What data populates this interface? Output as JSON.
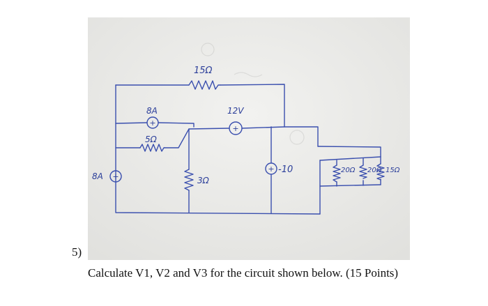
{
  "problem": {
    "number": "5)",
    "text": "Calculate V1, V2 and V3 for the circuit shown below.  (15 Points)"
  },
  "circuit": {
    "labels": {
      "r_top": "15Ω",
      "src_top": "8A",
      "src_top_symbol": "+",
      "r_mid": "5Ω",
      "src_left": "8A",
      "src_left_symbol": "+",
      "r_center": "3Ω",
      "vsrc": "12V",
      "vsrc_symbol": "+",
      "src_right": "-10",
      "src_right_symbol": "+",
      "r_p1": "20Ω",
      "r_p2": "20Ω",
      "r_p3": "15Ω"
    },
    "colors": {
      "ink": "#2c3f9a",
      "paper": "#eeeeec"
    }
  }
}
